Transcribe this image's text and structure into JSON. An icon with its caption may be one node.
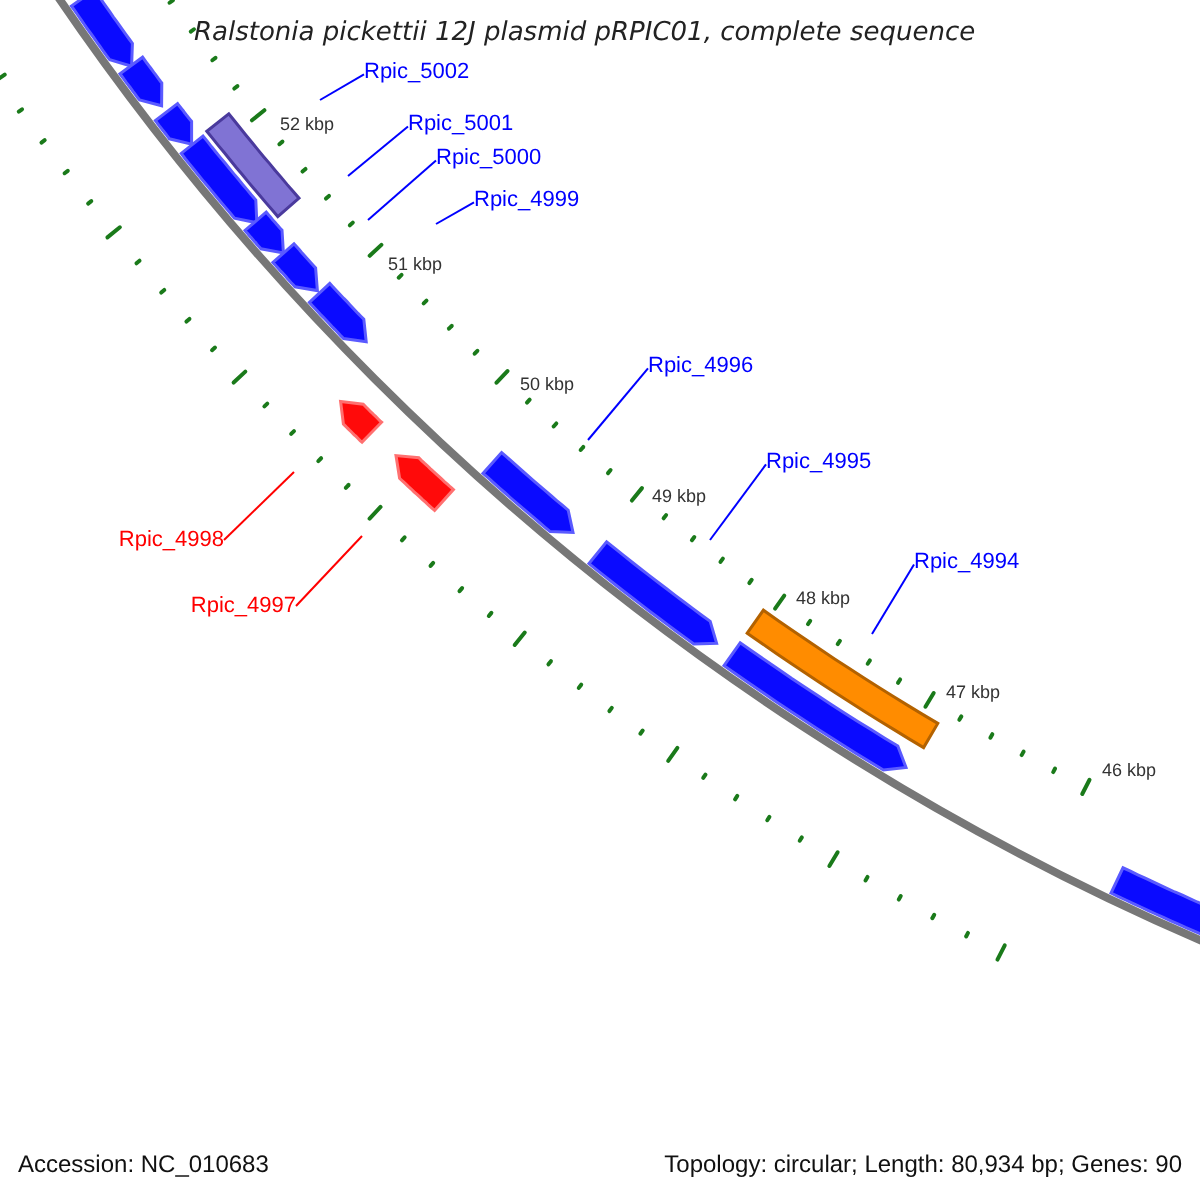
{
  "diagram": {
    "title": "Ralstonia pickettii 12J plasmid pRPIC01, complete sequence",
    "nodes": [
      {
        "text": [
          "Rpic_5002"
        ]
      },
      {
        "text": [
          "Rpic_5001"
        ]
      },
      {
        "text": [
          "Rpic_5000"
        ]
      },
      {
        "text": [
          "Rpic_4999"
        ]
      },
      {
        "text": [
          "Rpic_4996"
        ]
      },
      {
        "text": [
          "Rpic_4995"
        ]
      },
      {
        "text": [
          "Rpic_4998"
        ]
      },
      {
        "text": [
          "Rpic_4994"
        ]
      },
      {
        "text": [
          "Rpic_4997"
        ]
      }
    ],
    "edges": [
      {
        "from": 0,
        "to": null,
        "arrow": "none"
      },
      {
        "from": 1,
        "to": null,
        "arrow": "none"
      },
      {
        "from": 2,
        "to": null,
        "arrow": "none"
      },
      {
        "from": 3,
        "to": null,
        "arrow": "none"
      },
      {
        "from": 4,
        "to": null,
        "arrow": "none"
      },
      {
        "from": 5,
        "to": null,
        "arrow": "none"
      },
      {
        "from": 6,
        "to": null,
        "arrow": "none",
        "color": "#ff0000"
      },
      {
        "from": 7,
        "to": null,
        "arrow": "none"
      },
      {
        "from": 8,
        "to": null,
        "arrow": "none",
        "color": "#ff0000"
      }
    ],
    "labels": [
      "52 kbp",
      "51 kbp",
      "50 kbp",
      "49 kbp",
      "48 kbp",
      "47 kbp",
      "46 kbp",
      "Accession: NC_010683",
      "Topology: circular; Length: 80,934 bp; Genes: 90"
    ]
  }
}
